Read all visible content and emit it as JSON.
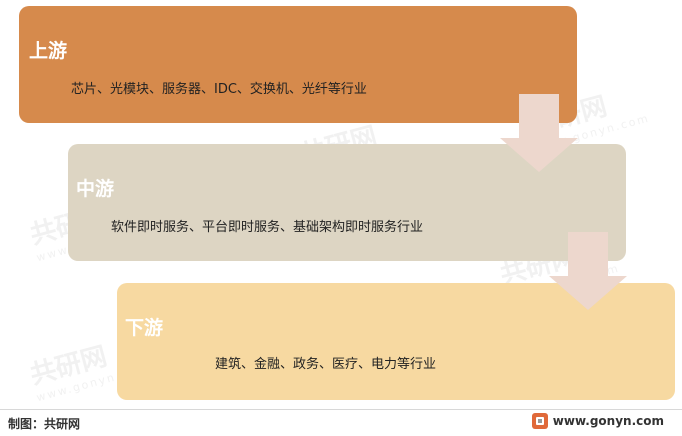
{
  "stages": [
    {
      "title": "上游",
      "description": "芯片、光模块、服务器、IDC、交换机、光纤等行业",
      "color": "#d68a4c"
    },
    {
      "title": "中游",
      "description": "软件即时服务、平台即时服务、基础架构即时服务行业",
      "color": "#ddd5c3"
    },
    {
      "title": "下游",
      "description": "建筑、金融、政务、医疗、电力等行业",
      "color": "#f7d9a1"
    }
  ],
  "arrow_color": "#edd7cd",
  "watermark": {
    "text": "共研网",
    "subtext": "www.gonyn.com"
  },
  "footer": {
    "source": "制图：共研网",
    "website": "www.gonyn.com",
    "logo_color": "#e0693a"
  }
}
